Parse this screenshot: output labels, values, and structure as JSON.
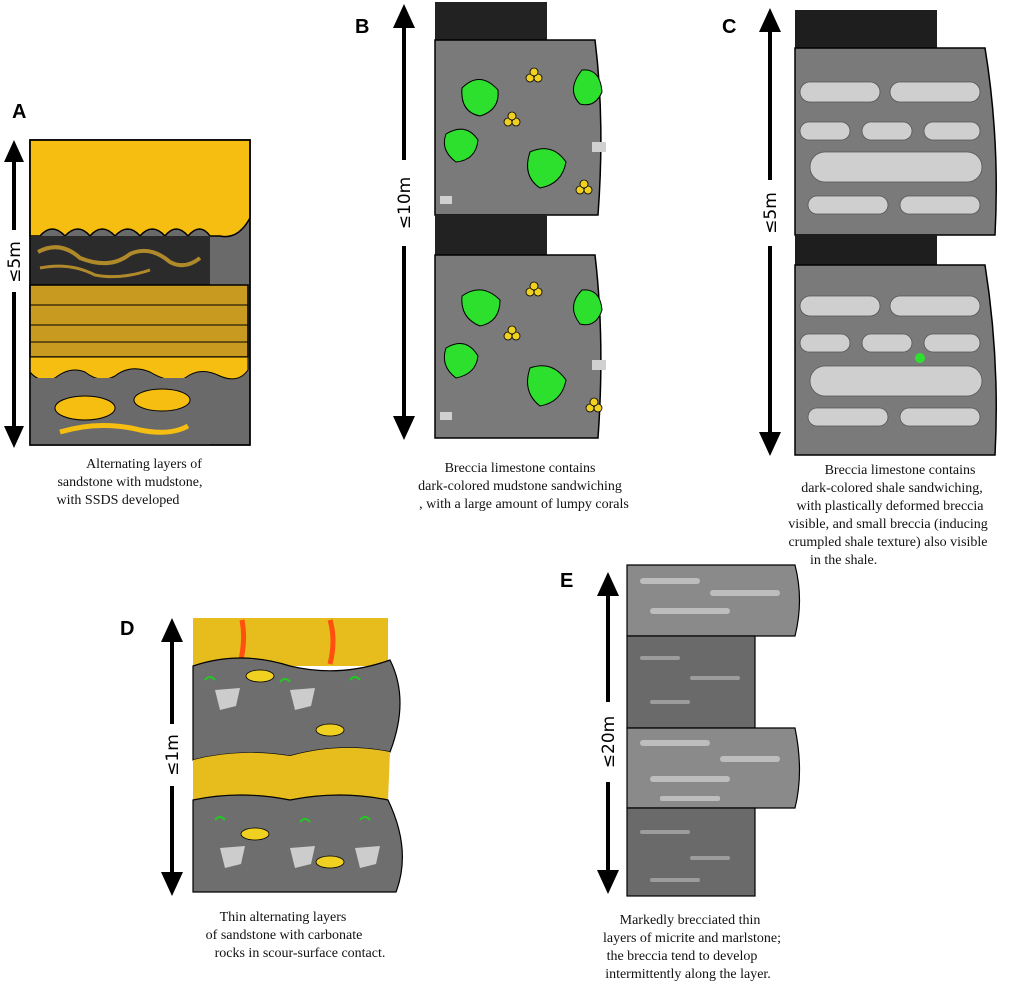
{
  "panels": [
    {
      "id": "A",
      "label": "A",
      "scale": "≤5m",
      "caption": [
        "Alternating layers of",
        "sandstone with mudstone,",
        "with SSDS developed"
      ]
    },
    {
      "id": "B",
      "label": "B",
      "scale": "≤10m",
      "caption": [
        "Breccia limestone contains",
        "dark-colored mudstone sandwiching",
        ", with a large amount of lumpy corals"
      ]
    },
    {
      "id": "C",
      "label": "C",
      "scale": "≤5m",
      "caption": [
        "Breccia limestone contains",
        "dark-colored shale sandwiching,",
        "with plastically deformed breccia",
        "visible, and small breccia (inducing",
        "crumpled shale texture) also visible",
        "in the shale."
      ]
    },
    {
      "id": "D",
      "label": "D",
      "scale": "≤1m",
      "caption": [
        "Thin alternating layers",
        "of sandstone with carbonate",
        "rocks in scour-surface contact."
      ]
    },
    {
      "id": "E",
      "label": "E",
      "scale": "≤20m",
      "caption": [
        "Markedly brecciated thin",
        "layers of micrite and marlstone;",
        "the breccia tend to develop",
        "intermittently along the layer."
      ]
    }
  ],
  "colors": {
    "sand": "#f5be10",
    "darksand": "#c99a20",
    "rock": "#7a7a7a",
    "darkrock": "#2b2b2b",
    "coral": "#2ee02e",
    "clast": "#cfcfcf"
  }
}
